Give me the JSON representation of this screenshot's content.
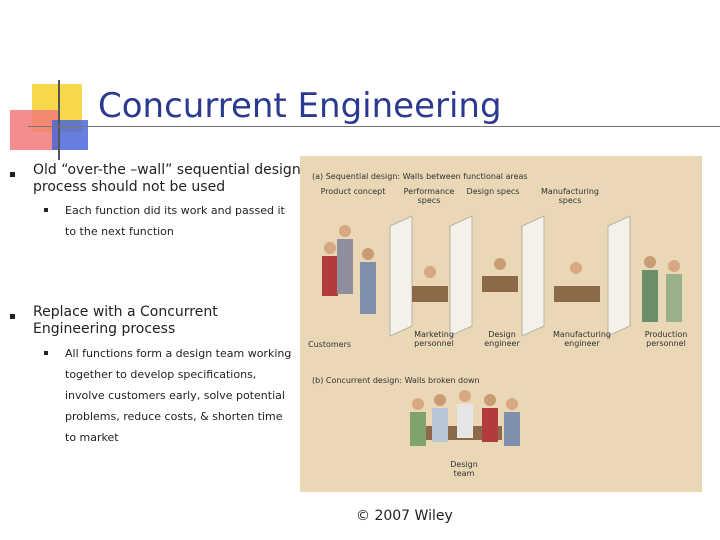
{
  "slide": {
    "title": "Concurrent Engineering",
    "bullets": [
      {
        "text": "Old “over-the –wall” sequential design process should not be used",
        "sub": [
          "Each function did its work and passed it to the next function"
        ]
      },
      {
        "text": "Replace with a Concurrent Engineering process",
        "sub": [
          "All functions form a design team working together to develop specifications, involve customers early, solve potential problems, reduce costs, & shorten time to market"
        ]
      }
    ],
    "copyright": "© 2007 Wiley"
  },
  "figure": {
    "panel_a_title": "(a) Sequential design: Walls between functional areas",
    "stages": [
      "Product concept",
      "Performance specs",
      "Design specs",
      "Manufacturing specs"
    ],
    "roles": [
      "Customers",
      "Marketing personnel",
      "Design engineer",
      "Manufacturing engineer",
      "Production personnel"
    ],
    "panel_b_title": "(b) Concurrent design: Walls broken down",
    "team_label": "Design team"
  },
  "colors": {
    "title": "#2b3990",
    "figure_bg": "#e9d7b6",
    "deco_yellow": "#f7d84a",
    "deco_red": "#f27a7a",
    "deco_blue": "#4a67d9"
  }
}
